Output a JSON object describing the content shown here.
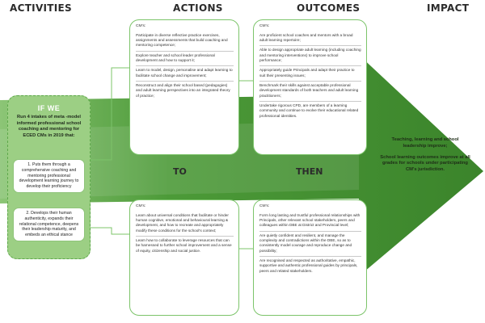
{
  "headers": {
    "activities": "ACTIVITIES",
    "actions": "ACTIONS",
    "outcomes": "OUTCOMES",
    "impact": "IMPACT"
  },
  "ifwe": {
    "title": "IF WE",
    "main": "Run 4 intakes of meta -model informed professional school coaching and mentoring for ECED CMs in 2019 that:",
    "item1": "1. Puts them through a comprehensive coaching and mentoring professional development learning journey to develop their proficiency",
    "item2": "2. Develops their human authenticity, expands their relational competence, deepens their leadership maturity, and embeds an ethical stance"
  },
  "to_label": "TO",
  "then_label": "THEN",
  "actions_top": {
    "lead": "CM's:",
    "items": [
      "Participate in diverse reflective practice exercises, assignments and assessments that build coaching and mentoring competence;",
      "Explore teacher and school leader professional development and how to support it;",
      "Learn to model, design, personalise and adapt learning to facilitate school change and improvement;",
      "Reconstruct and align their school based (pedagogies) and adult learning perspectives into an integrated theory of practice;"
    ]
  },
  "actions_bottom": {
    "lead": "CM's:",
    "items": [
      "Learn about universal conditions that facilitate or hinder human cognitive, emotional and behavioural learning & development, and how to recreate and appropriately modify these conditions for the school's context;",
      "Learn how to collaborate to leverage resources that can be harnessed to further school improvement and a sense of equity, citizenship and social justice."
    ]
  },
  "outcomes_top": {
    "lead": "CM's:",
    "items": [
      "Are proficient school coaches and mentors with a broad adult learning repertoire;",
      "Able to design appropriate adult learning (including coaching and mentoring interventions) to improve school performance;",
      "Appropriately guide Principals and adapt their practice to suit their presenting issues;",
      "Benchmark their skills against acceptable professional development standards of both teachers and adult learning practitioners;",
      "Undertake rigorous CPD, are members of a learning community and continue to evolve their educational related professional identities."
    ]
  },
  "outcomes_bottom": {
    "lead": "CM's:",
    "items": [
      "Form long lasting and trustful professional relationships with Principals, other relevant school stakeholders, peers and colleagues within DBE at District and Provincial level;",
      "Are quietly confident and resilient, and manage the complexity and contradictions within the DBE, so as to consistently model courage and reproduce change and possibility;",
      "Are recognised and respected as authoritative, empathic, supportive and authentic professional guides by principals, peers and related stakeholders."
    ]
  },
  "impact": {
    "line1": "Teaching, learning and school leadership improve;",
    "line2": "School learning outcomes improve at all grades for schools under participating CM's jurisdiction."
  },
  "colors": {
    "arrow_dark": "#3f8a2e",
    "arrow_light": "#a9d493",
    "box_border": "#7cc46a",
    "ifwe_fill": "#9ccf84"
  }
}
